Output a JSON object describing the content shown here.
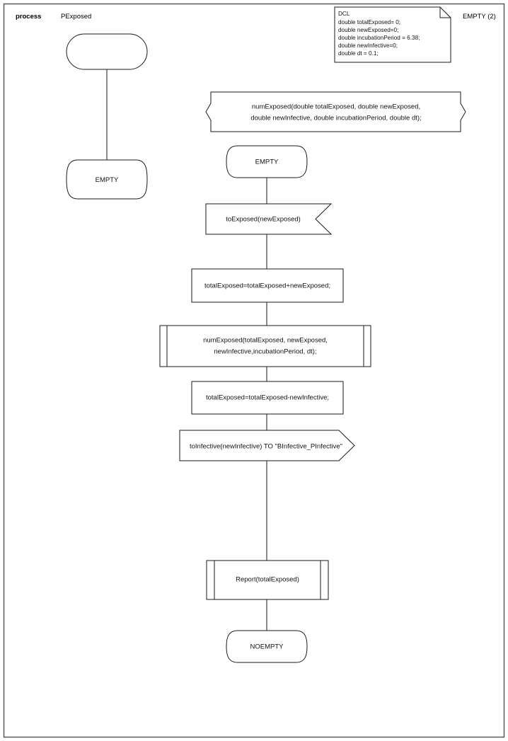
{
  "header": {
    "keyword": "process",
    "name": "PExposed",
    "page_label": "EMPTY (2)"
  },
  "declaration": {
    "title": "DCL",
    "lines": [
      "double totalExposed= 0;",
      "double newExposed=0;",
      "double incubationPeriod = 6.38;",
      "double newInfective=0;",
      "double dt = 0.1;"
    ]
  },
  "procedure_declaration": {
    "line1": "numExposed(double totalExposed, double newExposed,",
    "line2": "double newInfective, double incubationPeriod, double dt);"
  },
  "left_branch": {
    "start_label": "",
    "state_label": "EMPTY"
  },
  "flow": {
    "state_start": "EMPTY",
    "input": "toExposed(newExposed)",
    "task1": "totalExposed=totalExposed+newExposed;",
    "call1_line1": "numExposed(totalExposed, newExposed,",
    "call1_line2": "newInfective,incubationPeriod, dt);",
    "task2": "totalExposed=totalExposed-newInfective;",
    "output": "toInfective(newInfective) TO \"BInfective_PInfective\"",
    "call2": "Report(totalExposed)",
    "state_end": "NOEMPTY"
  },
  "colors": {
    "stroke": "#1a1a1a",
    "frame": "#5a5a5a",
    "background": "#ffffff"
  }
}
